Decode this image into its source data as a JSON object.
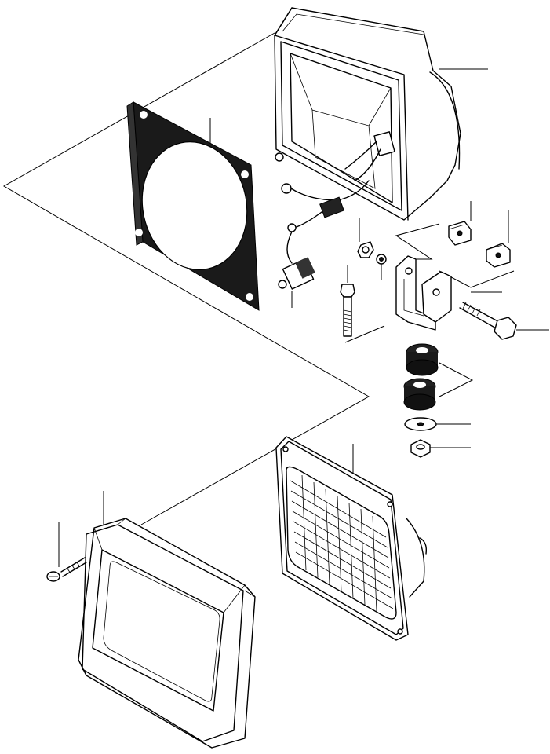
{
  "diagram": {
    "parts": [
      {
        "id": "lamp-housing"
      },
      {
        "id": "gasket"
      },
      {
        "id": "wiring-harness"
      },
      {
        "id": "connector"
      },
      {
        "id": "square-nut"
      },
      {
        "id": "spacer-block"
      },
      {
        "id": "nut"
      },
      {
        "id": "lock-washer"
      },
      {
        "id": "bracket"
      },
      {
        "id": "bolt-short"
      },
      {
        "id": "bolt-long"
      },
      {
        "id": "rubber-mount"
      },
      {
        "id": "flat-washer"
      },
      {
        "id": "lock-nut"
      },
      {
        "id": "sealed-beam-lens"
      },
      {
        "id": "bezel-rim"
      },
      {
        "id": "screw"
      }
    ]
  }
}
